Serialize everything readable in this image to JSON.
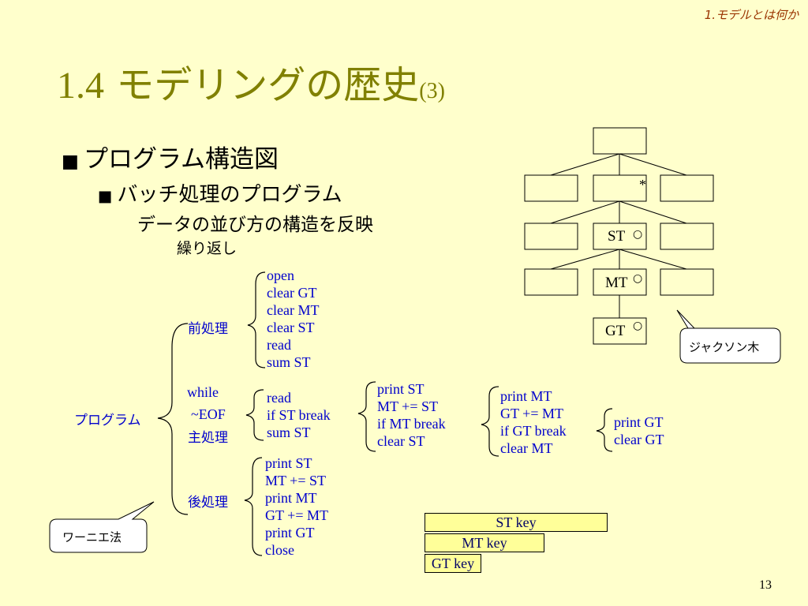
{
  "header": {
    "chapter": "1.モデルとは何か"
  },
  "title": {
    "main": "1.4",
    "text": " モデリングの歴史",
    "sub": "(3)"
  },
  "bullets": {
    "level1": "プログラム構造図",
    "level2": "バッチ処理のプログラム",
    "level3": "データの並び方の構造を反映",
    "level4": "繰り返し"
  },
  "warnier": {
    "root": "プログラム",
    "pre_label": "前処理",
    "main_while": "while",
    "main_eof": "~EOF",
    "main_label": "主処理",
    "post_label": "後処理",
    "pre_items": [
      "open",
      "clear GT",
      "clear MT",
      "clear ST",
      "read",
      "sum ST"
    ],
    "main_items": [
      "read",
      "if ST break",
      "sum ST"
    ],
    "st_items": [
      "print ST",
      "MT += ST",
      "if MT break",
      "clear ST"
    ],
    "mt_items": [
      "print MT",
      "GT += MT",
      "if GT break",
      "clear MT"
    ],
    "gt_items": [
      "print GT",
      "clear GT"
    ],
    "post_items": [
      "print ST",
      "MT += ST",
      "print MT",
      "GT += MT",
      "print GT",
      "close"
    ]
  },
  "jackson": {
    "star": "*",
    "st": "ST",
    "mt": "MT",
    "gt": "GT",
    "circle": "○"
  },
  "callouts": {
    "jackson": "ジャクソン木",
    "warnier": "ワーニエ法"
  },
  "keys": {
    "st": "ST key",
    "mt": "MT key",
    "gt": "GT key"
  },
  "footer": {
    "page": "13"
  }
}
